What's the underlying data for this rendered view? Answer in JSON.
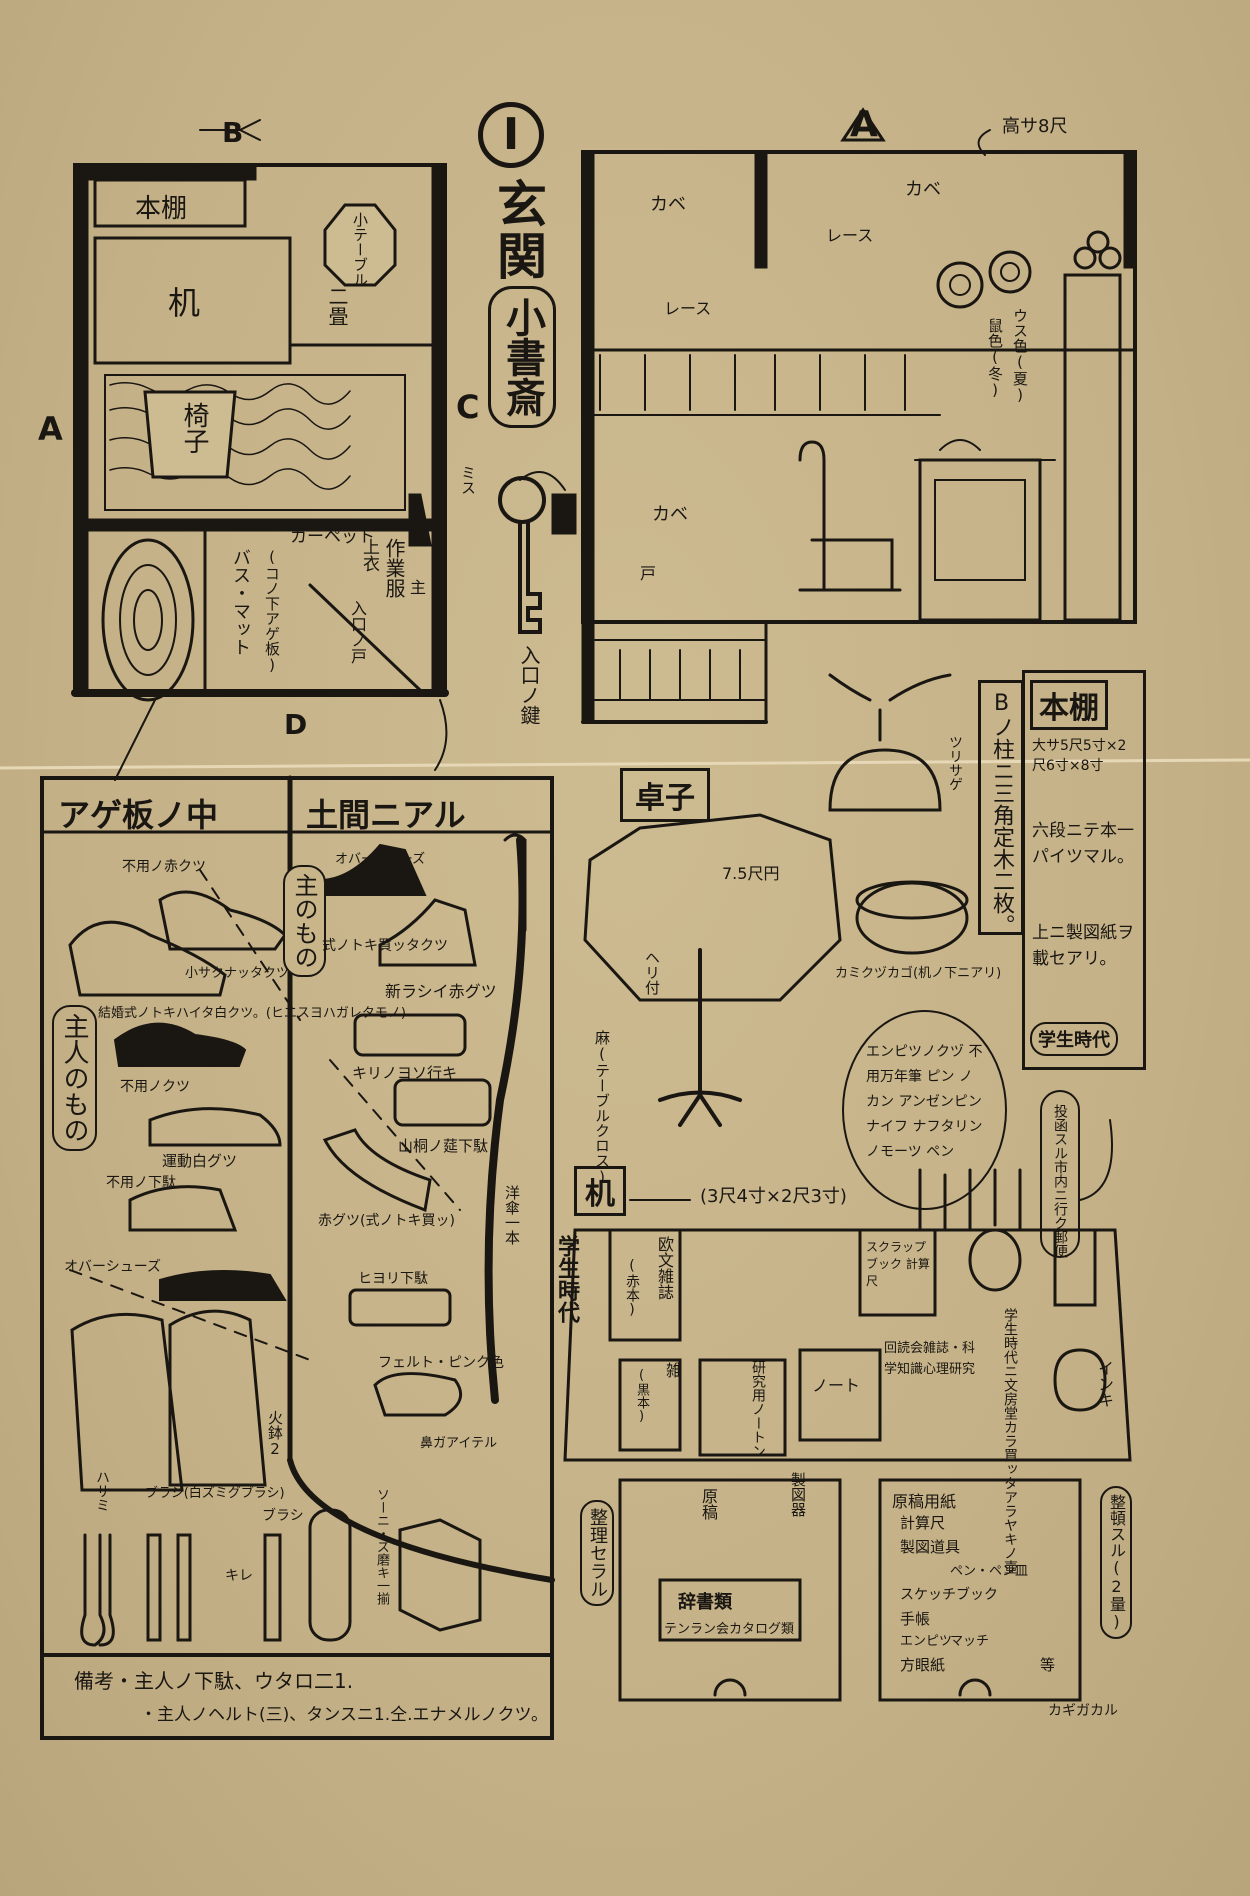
{
  "title": {
    "number": "I",
    "name": "玄関",
    "sub": "小書斎"
  },
  "plan": {
    "hondana": "本棚",
    "tsukue": "机",
    "isu": "椅子",
    "small_table": "小テーブル",
    "nijo": "二畳",
    "carpet": "カーペット",
    "bath_mat": "バス・マット",
    "kono_shita": "(コノ下アゲ板)",
    "sagyofuku": "作業服",
    "shu": "主",
    "uwagi": "上衣",
    "iriguchi_to": "入口ノ戸",
    "misu": "ミス",
    "mark_a": "A",
    "mark_b": "B",
    "mark_c": "C",
    "mark_d": "D",
    "key": "入口ノ鍵"
  },
  "elevation": {
    "mark": "A",
    "height": "高サ8尺",
    "kabe1": "カベ",
    "kabe2": "カベ",
    "kabe3": "カベ",
    "lace1": "レース",
    "lace2": "レース",
    "hat1": "ウス色(夏)",
    "hat2": "鼠色(冬)",
    "door": "戸"
  },
  "agebita": {
    "header": "アゲ板ノ中",
    "side": "主人のもの",
    "items": [
      "不用ノ赤クツ",
      "結婚式ノトキハイタ白クツ。(ヒエスヨハガレタモノ)",
      "小サクナッタクツ",
      "不用ノクツ",
      "運動白グツ",
      "不用ノ下駄",
      "オバーシューズ",
      "火鉢2",
      "ハサミ",
      "ブラシ(白ズミグブラシ)",
      "キレ",
      "ブラシ"
    ]
  },
  "doma": {
    "header": "土間ニアル",
    "side": "主のもの",
    "items": [
      "オバーシューズ",
      "式ノトキ買ッタクツ",
      "新ラシイ赤グツ",
      "キリノヨソ行キ",
      "山桐ノ莚下駄",
      "赤グツ(式ノトキ買ッ)",
      "洋傘一本",
      "ヒヨリ下駄",
      "フェルト・ピンク色",
      "鼻ガアイテル",
      "ソーニ・ズ磨キ一揃"
    ]
  },
  "notes": {
    "line1": "備考・主人ノ下駄、ウタロ二1.",
    "line2": "・主人ノヘルト(三)、タンスニ1.仝.エナメルノクツ。"
  },
  "table_sec": {
    "header": "卓子",
    "size": "7.5尺円",
    "cloth": "麻(テーブルクロス)",
    "hem": "ヘリ付",
    "tsurusage": "ツリサゲ",
    "basket": "カミクヅカゴ(机ノ下ニアリ)"
  },
  "hashira": {
    "text": "Bノ柱ニ三角定木二枚。"
  },
  "hondana_sec": {
    "header": "本棚",
    "size": "大サ5尺5寸×2尺6寸×8寸",
    "line1": "六段ニテ本一パイツマル。",
    "line2": "上ニ製図紙ヲ載セアリ。",
    "era": "学生時代"
  },
  "pens": {
    "bubble": "エンピツノクヅ 不用万年筆 ピン ノカン アンゼンピン ナイフ ナフタリン ノモーツ ペン",
    "right_bubble": "投函スル市内ニ行ク郵便",
    "ink": "インキ"
  },
  "desk_sec": {
    "header": "机",
    "size": "(3尺4寸×2尺3寸)",
    "side": "学生時代",
    "items": [
      "欧文雑誌",
      "(赤本)",
      "雑",
      "(黒本)",
      "研究用ノートン",
      "ノート",
      "スクラップブック 計算尺",
      "回読会雑誌・科学知識心理研究",
      "学生時代ニ文房堂カラ買ッタアラヤキノ壷"
    ],
    "drawer_left": [
      "原稿",
      "製図器",
      "辞書類",
      "テンラン会カタログ類"
    ],
    "drawer_right": [
      "原稿用紙",
      "計算尺",
      "製図道具",
      "ペン・ペン皿",
      "スケッチブック",
      "手帳",
      "エンピツ",
      "マッチ",
      "方眼紙",
      "等"
    ],
    "seiri": "整理セラル",
    "seiton": "整頓スル(2量)",
    "kagi": "カギガカル"
  }
}
